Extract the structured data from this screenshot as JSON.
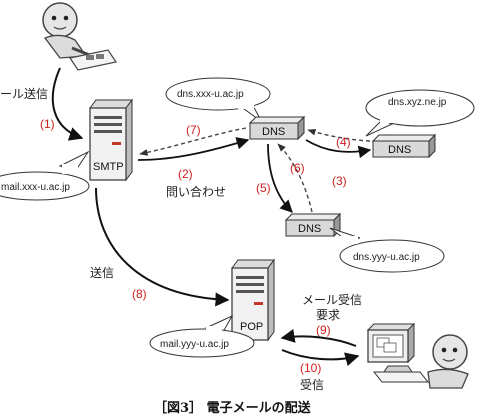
{
  "servers": {
    "smtp_label": "SMTP",
    "pop_label": "POP",
    "dns_label": "DNS"
  },
  "bubbles": {
    "smtp_host": "mail.xxx-u.ac.jp",
    "pop_host": "mail.yyy-u.ac.jp",
    "dns_local": "dns.xxx-u.ac.jp",
    "dns_xyz": "dns.xyz.ne.jp",
    "dns_yyy": "dns.yyy-u.ac.jp"
  },
  "labels": {
    "send_mail": "ール送信",
    "inquiry": "問い合わせ",
    "send": "送信",
    "recv_request_1": "メール受信",
    "recv_request_2": "要求",
    "receive": "受信"
  },
  "steps": {
    "s1": "(1)",
    "s2": "(2)",
    "s3": "(3)",
    "s4": "(4)",
    "s5": "(5)",
    "s6": "(6)",
    "s7": "(7)",
    "s8": "(8)",
    "s9": "(9)",
    "s10": "(10)"
  },
  "caption": "［図3］ 電子メールの配送",
  "colors": {
    "step": "#d02020",
    "server_body": "#f2f2f2",
    "dns_box": "#d9d9d9",
    "arrow": "#111111"
  }
}
